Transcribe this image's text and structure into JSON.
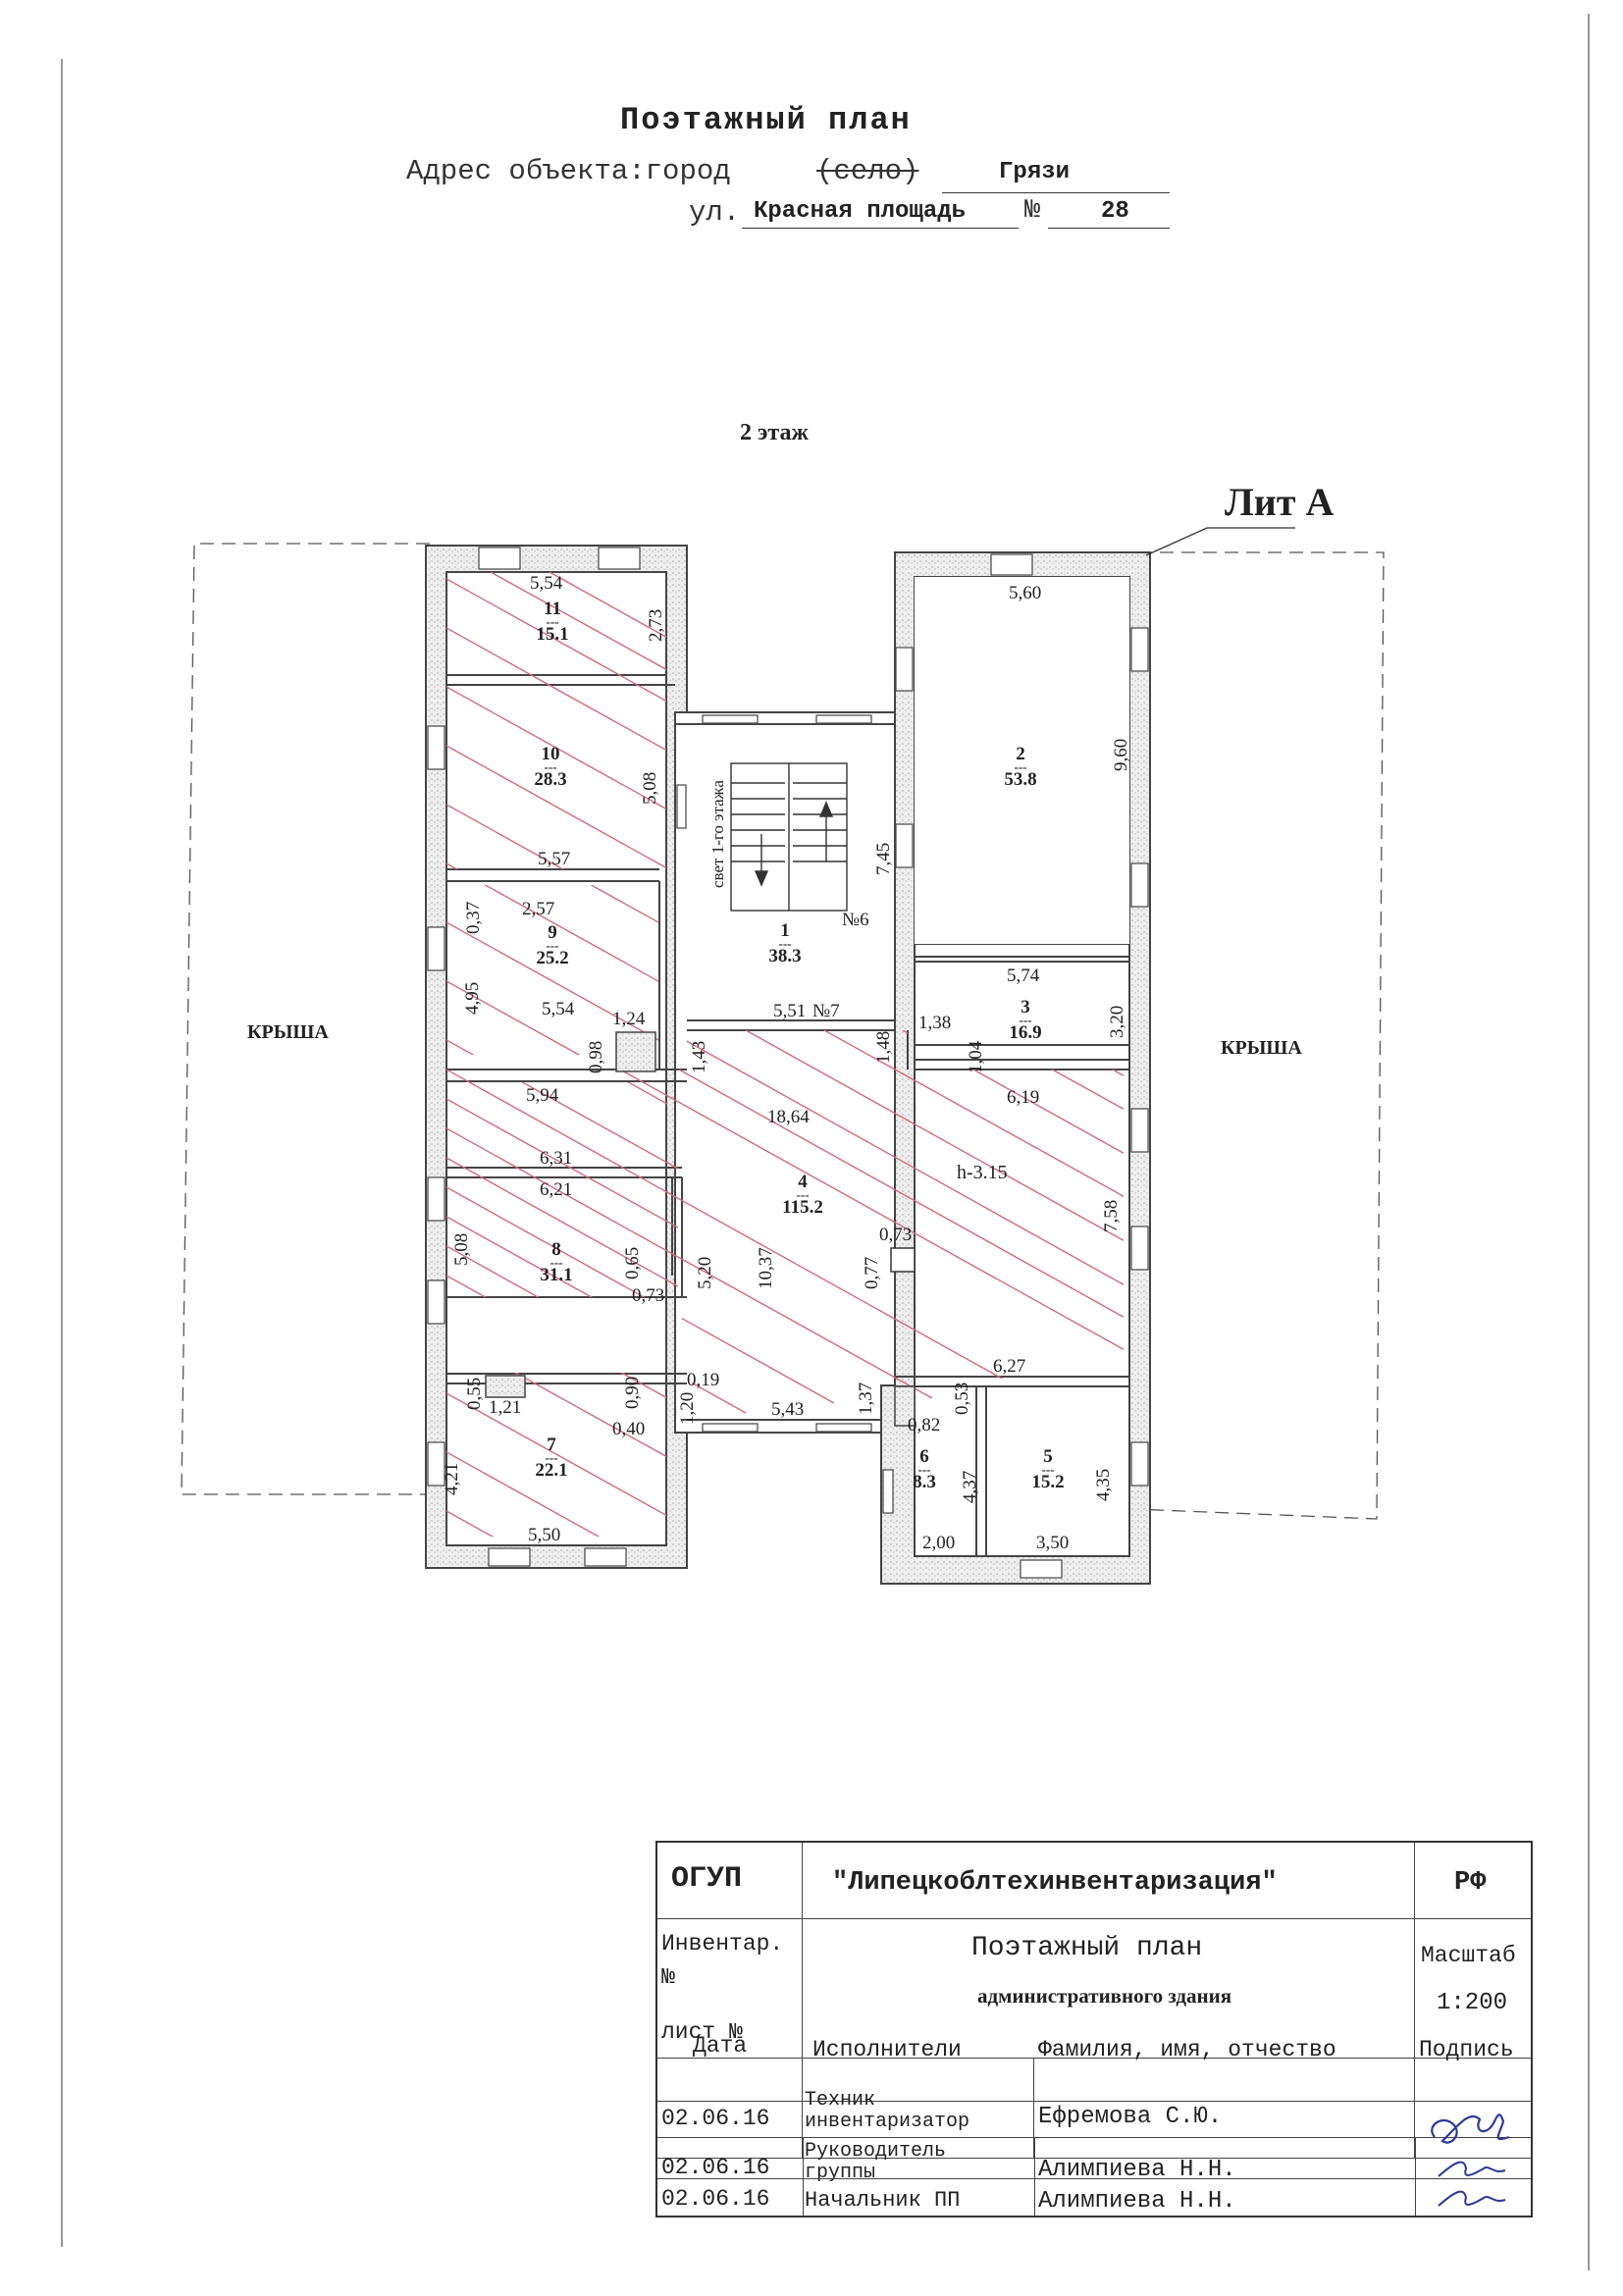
{
  "header": {
    "title": "Поэтажный план",
    "address_prefix": "Адрес объекта:город",
    "address_crossed": "(село)",
    "city": "Грязи",
    "street_prefix": "ул.",
    "street": "Красная площадь",
    "number_sign": "№",
    "house_number": "28"
  },
  "plan": {
    "floor_label": "2 этаж",
    "lit_label": "Лит А",
    "roof_left": "КРЫША",
    "roof_right": "КРЫША",
    "stair_note": "свет 1-го этажа",
    "height_note": "h-3.15",
    "rooms": [
      {
        "id": "room-11",
        "num": "11",
        "dash": "---",
        "area": "15.1"
      },
      {
        "id": "room-10",
        "num": "10",
        "dash": "---",
        "area": "28.3"
      },
      {
        "id": "room-9",
        "num": "9",
        "dash": "---",
        "area": "25.2"
      },
      {
        "id": "room-8",
        "num": "8",
        "dash": "---",
        "area": "31.1"
      },
      {
        "id": "room-7",
        "num": "7",
        "dash": "---",
        "area": "22.1"
      },
      {
        "id": "room-1",
        "num": "1",
        "dash": "---",
        "area": "38.3"
      },
      {
        "id": "room-2",
        "num": "2",
        "dash": "---",
        "area": "53.8"
      },
      {
        "id": "room-3",
        "num": "3",
        "dash": "---",
        "area": "16.9"
      },
      {
        "id": "room-4",
        "num": "4",
        "dash": "---",
        "area": "115.2"
      },
      {
        "id": "room-5",
        "num": "5",
        "dash": "---",
        "area": "15.2"
      },
      {
        "id": "room-6",
        "num": "6",
        "dash": "---",
        "area": "8.3"
      }
    ],
    "dims": {
      "d554a": "5,54",
      "d273": "2,73",
      "d508a": "5,08",
      "d557": "5,57",
      "d037": "0,37",
      "d257": "2,57",
      "d495": "4,95",
      "d554b": "5,54",
      "d124": "1,24",
      "d098": "0,98",
      "d143": "1,43",
      "d551": "5,51",
      "n7": "№7",
      "n6": "№6",
      "d148": "1,48",
      "d745": "7,45",
      "d560": "5,60",
      "d960": "9,60",
      "d574": "5,74",
      "d138": "1,38",
      "d104": "1,04",
      "d320": "3,20",
      "d594": "5,94",
      "d1864": "18,64",
      "d619": "6,19",
      "d631": "6,31",
      "d621": "6,21",
      "d508b": "5,08",
      "d065": "0,65",
      "d073a": "0,73",
      "d520": "5,20",
      "d1037": "10,37",
      "d077": "0,77",
      "d073b": "0,73",
      "d758": "7,58",
      "d627": "6,27",
      "d055": "0,55",
      "d121": "1,21",
      "d090": "0,90",
      "d040": "0,40",
      "d120": "1,20",
      "d019": "0,19",
      "d543": "5,43",
      "d137": "1,37",
      "d082": "0,82",
      "d053": "0,53",
      "d437": "4,37",
      "d435": "4,35",
      "d421": "4,21",
      "d550": "5,50",
      "d200": "2,00",
      "d350": "3,50"
    }
  },
  "title_block": {
    "org": "ОГУП",
    "company": "\"Липецкоблтехинвентаризация\"",
    "country": "РФ",
    "inventory_label": "Инвентар. №",
    "sheet_label": "лист №",
    "doc_title": "Поэтажный план",
    "doc_subtitle": "административного здания",
    "scale_label": "Масштаб",
    "scale_value": "1:200",
    "col_date": "Дата",
    "col_executors": "Исполнители",
    "col_name": "Фамилия, имя, отчество",
    "col_signature": "Подпись",
    "rows": [
      {
        "date": "02.06.16",
        "role": "Техник инвентаризатор",
        "name": "Ефремова С.Ю."
      },
      {
        "date": "02.06.16",
        "role": "Руководитель группы",
        "name": "Алимпиева Н.Н."
      },
      {
        "date": "02.06.16",
        "role": "Начальник ПП",
        "name": "Алимпиева Н.Н."
      }
    ]
  }
}
